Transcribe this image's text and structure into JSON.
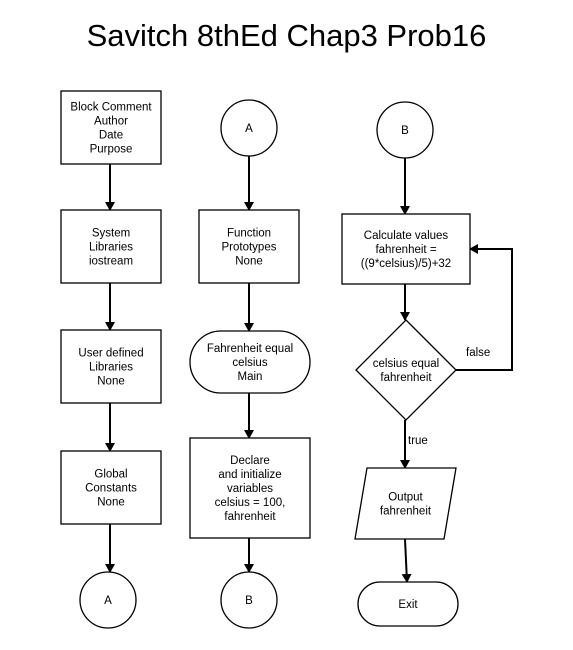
{
  "title": "Savitch 8thEd Chap3 Prob16",
  "nodes": [
    {
      "id": "block-comment",
      "shape": "rect",
      "lines": [
        "Block Comment",
        "Author",
        "Date",
        "Purpose"
      ]
    },
    {
      "id": "system-libraries",
      "shape": "rect",
      "lines": [
        "System",
        "Libraries",
        "iostream"
      ]
    },
    {
      "id": "user-libraries",
      "shape": "rect",
      "lines": [
        "User defined",
        "Libraries",
        "None"
      ]
    },
    {
      "id": "global-constants",
      "shape": "rect",
      "lines": [
        "Global",
        "Constants",
        "None"
      ]
    },
    {
      "id": "connector-a-out",
      "shape": "circle",
      "lines": [
        "A"
      ]
    },
    {
      "id": "connector-a-in",
      "shape": "circle",
      "lines": [
        "A"
      ]
    },
    {
      "id": "function-prototypes",
      "shape": "rect",
      "lines": [
        "Function",
        "Prototypes",
        "None"
      ]
    },
    {
      "id": "main-start",
      "shape": "terminal",
      "lines": [
        "Fahrenheit equal",
        "celsius",
        "Main"
      ]
    },
    {
      "id": "declare-variables",
      "shape": "rect",
      "lines": [
        "Declare",
        "and initialize",
        "variables",
        "celsius = 100,",
        "fahrenheit"
      ]
    },
    {
      "id": "connector-b-out",
      "shape": "circle",
      "lines": [
        "B"
      ]
    },
    {
      "id": "connector-b-in",
      "shape": "circle",
      "lines": [
        "B"
      ]
    },
    {
      "id": "calculate-values",
      "shape": "rect",
      "lines": [
        "Calculate values",
        "fahrenheit =",
        "((9*celsius)/5)+32"
      ]
    },
    {
      "id": "decision",
      "shape": "diamond",
      "lines": [
        "celsius equal",
        "fahrenheit"
      ]
    },
    {
      "id": "output",
      "shape": "parallelogram",
      "lines": [
        "Output",
        "fahrenheit"
      ]
    },
    {
      "id": "exit",
      "shape": "terminal",
      "lines": [
        "Exit"
      ]
    }
  ],
  "edges": [
    {
      "from": "block-comment",
      "to": "system-libraries",
      "label": ""
    },
    {
      "from": "system-libraries",
      "to": "user-libraries",
      "label": ""
    },
    {
      "from": "user-libraries",
      "to": "global-constants",
      "label": ""
    },
    {
      "from": "global-constants",
      "to": "connector-a-out",
      "label": ""
    },
    {
      "from": "connector-a-in",
      "to": "function-prototypes",
      "label": ""
    },
    {
      "from": "function-prototypes",
      "to": "main-start",
      "label": ""
    },
    {
      "from": "main-start",
      "to": "declare-variables",
      "label": ""
    },
    {
      "from": "declare-variables",
      "to": "connector-b-out",
      "label": ""
    },
    {
      "from": "connector-b-in",
      "to": "calculate-values",
      "label": ""
    },
    {
      "from": "calculate-values",
      "to": "decision",
      "label": ""
    },
    {
      "from": "decision",
      "to": "calculate-values",
      "label": "false"
    },
    {
      "from": "decision",
      "to": "output",
      "label": "true"
    },
    {
      "from": "output",
      "to": "exit",
      "label": ""
    }
  ]
}
